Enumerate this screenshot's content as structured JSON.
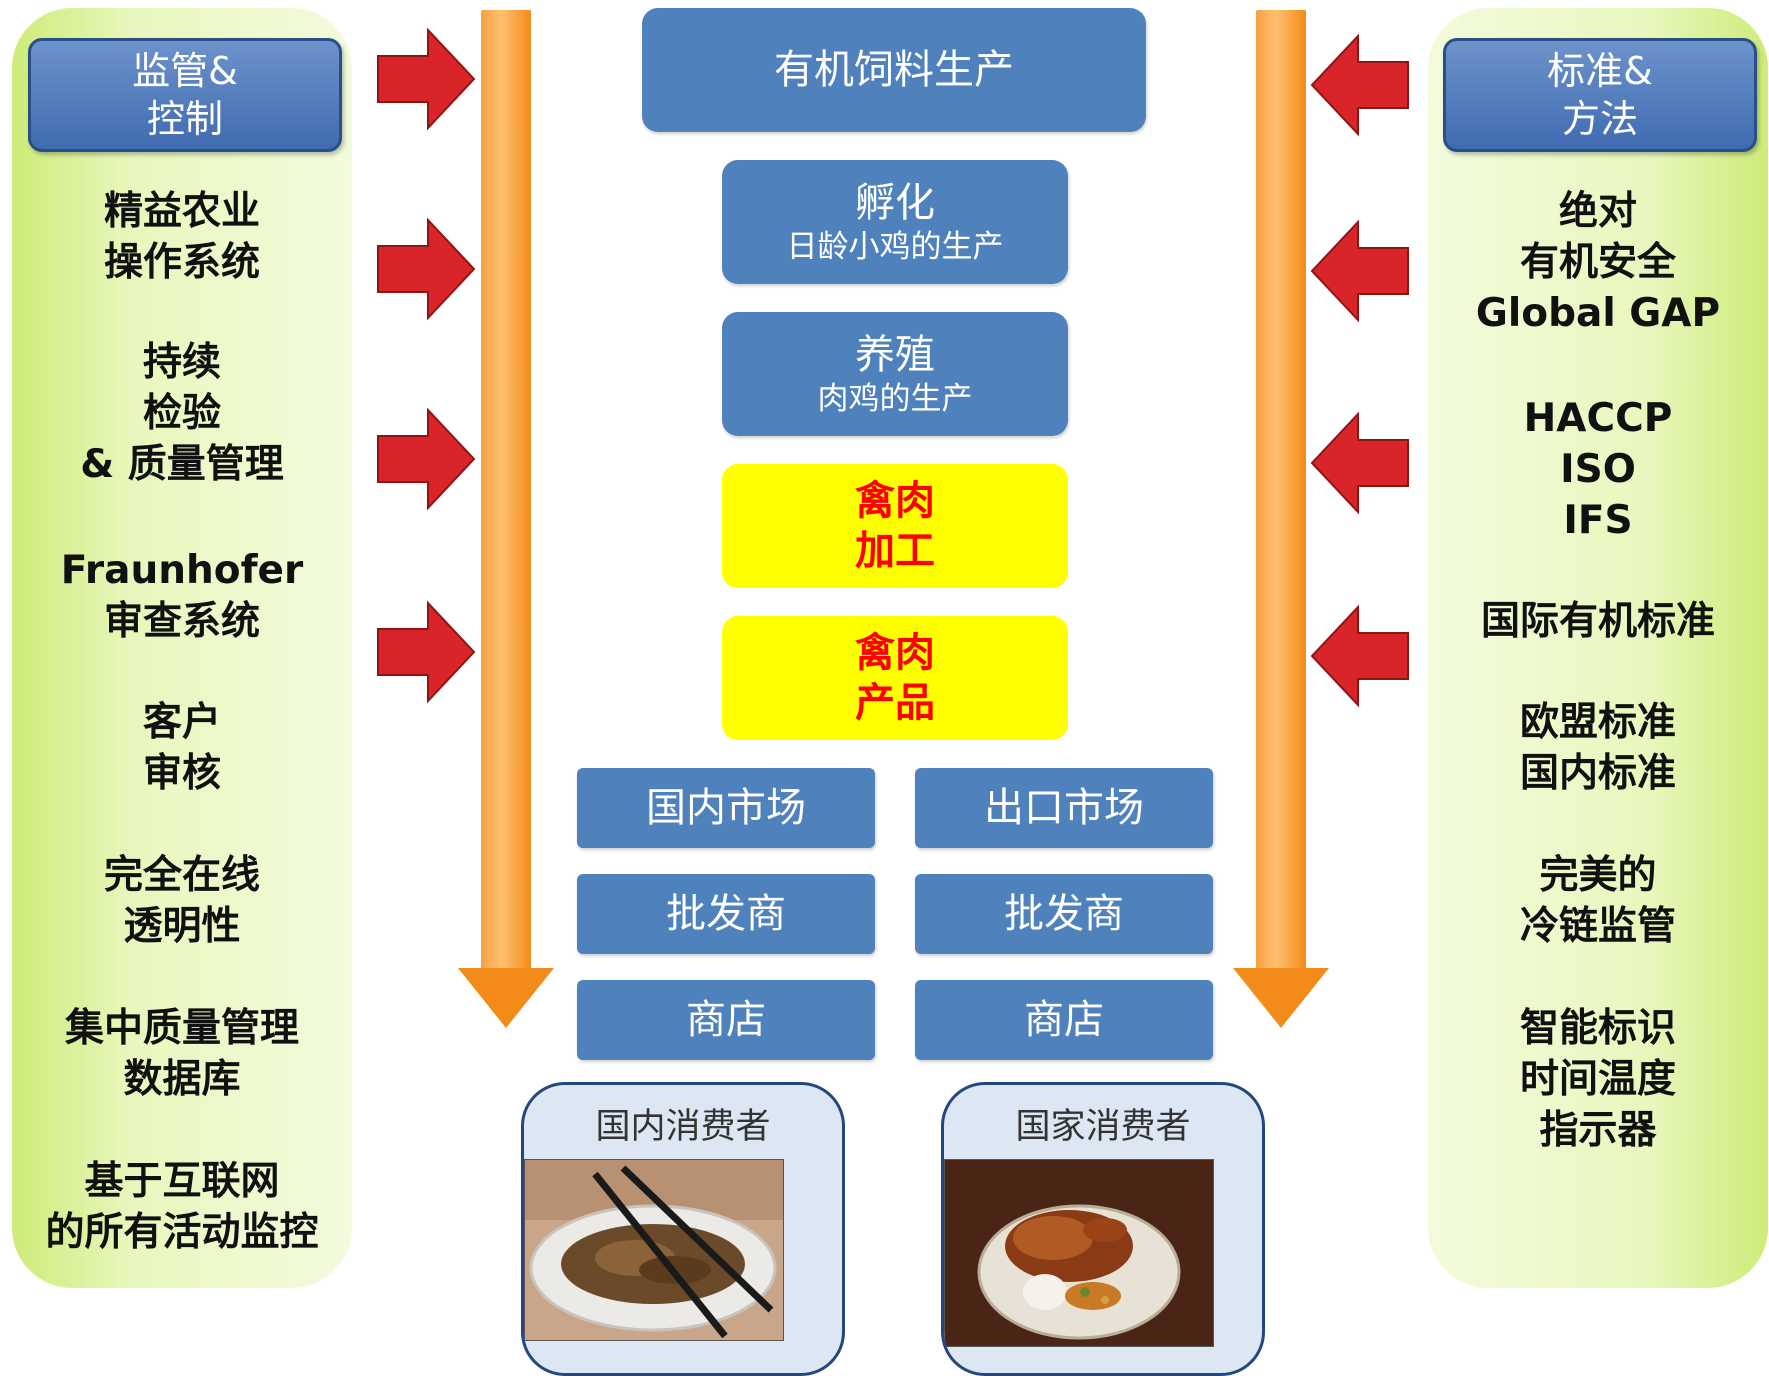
{
  "left_panel": {
    "header": "监管&\n控制",
    "items": [
      "精益农业\n操作系统",
      "持续\n检验\n& 质量管理",
      "Fraunhofer\n审查系统",
      "客户\n审核",
      "完全在线\n透明性",
      "集中质量管理\n数据库",
      "基于互联网\n的所有活动监控"
    ]
  },
  "right_panel": {
    "header": "标准&\n方法",
    "items": [
      "绝对\n有机安全\nGlobal GAP",
      "HACCP\nISO\nIFS",
      "国际有机标准",
      "欧盟标准\n国内标准",
      "完美的\n冷链监管",
      "智能标识\n时间温度\n指示器"
    ]
  },
  "chain": {
    "feed": "有机饲料生产",
    "hatch_title": "孵化",
    "hatch_sub": "日龄小鸡的生产",
    "breed_title": "养殖",
    "breed_sub": "肉鸡的生产",
    "processing": "禽肉\n加工",
    "products": "禽肉\n产品"
  },
  "markets": {
    "domestic": "国内市场",
    "export": "出口市场",
    "wholesaler_left": "批发商",
    "wholesaler_right": "批发商",
    "store_left": "商店",
    "store_right": "商店"
  },
  "consumers": {
    "domestic": "国内消费者",
    "national": "国家消费者"
  },
  "colors": {
    "box_blue": "#4f81bd",
    "highlight_yellow": "#ffff00",
    "highlight_text": "#ff0000",
    "arrow_red": "#d9252a",
    "bar_orange": "#f28b1a",
    "panel_green": "#d6f08a"
  }
}
